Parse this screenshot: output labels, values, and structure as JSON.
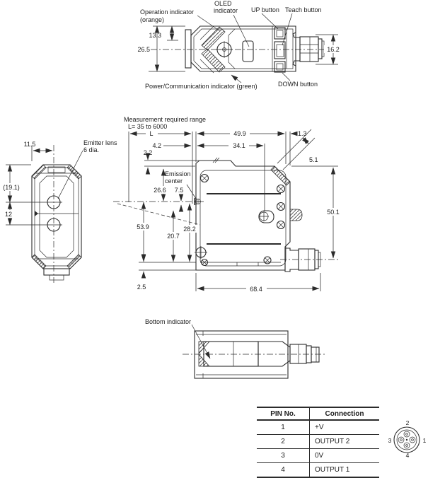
{
  "colors": {
    "line": "#2b2b2b",
    "text": "#1c1c1c",
    "background": "#ffffff"
  },
  "top_view": {
    "labels": {
      "operation_indicator_1": "Operation indicator",
      "operation_indicator_2": "(orange)",
      "oled_1": "OLED",
      "oled_2": "indicator",
      "up_button": "UP button",
      "teach_button": "Teach button",
      "power_comm": "Power/Communication indicator (green)",
      "down_button": "DOWN button"
    },
    "dims": {
      "height_upper": "13.3",
      "height_total": "26.5",
      "connector_height": "16.2"
    }
  },
  "side_view": {
    "labels": {
      "emitter_lens_1": "Emitter lens",
      "emitter_lens_2": "6 dia."
    },
    "dims": {
      "width": "11.5",
      "lens_offset": "(19.1)",
      "lens_pitch": "12"
    }
  },
  "front_view": {
    "labels": {
      "range_1": "Measurement required range",
      "range_2": "L= 35 to 6000",
      "emission_1": "Emission",
      "emission_2": "center"
    },
    "dims": {
      "range": "L",
      "body_width": "49.9",
      "edge": "1.3",
      "lens_inset": "4.2",
      "hole_offset": "34.1",
      "step": "2.2",
      "chamfer": "5.1",
      "emission_upper": "26.6",
      "emission_inner": "7.5",
      "height_right": "50.1",
      "height_left": "53.9",
      "lower_inner": "20.7",
      "lower_mid": "28.2",
      "bottom_step": "2.5",
      "total_length": "68.4"
    }
  },
  "bottom_view": {
    "labels": {
      "bottom_indicator": "Bottom indicator"
    }
  },
  "pin_table": {
    "headers": {
      "pin": "PIN No.",
      "connection": "Connection"
    },
    "rows": [
      {
        "pin": "1",
        "connection": "+V"
      },
      {
        "pin": "2",
        "connection": "OUTPUT 2"
      },
      {
        "pin": "3",
        "connection": "0V"
      },
      {
        "pin": "4",
        "connection": "OUTPUT 1"
      }
    ]
  },
  "connector_diagram": {
    "pin_top": "2",
    "pin_left": "3",
    "pin_right": "1",
    "pin_bottom": "4"
  }
}
